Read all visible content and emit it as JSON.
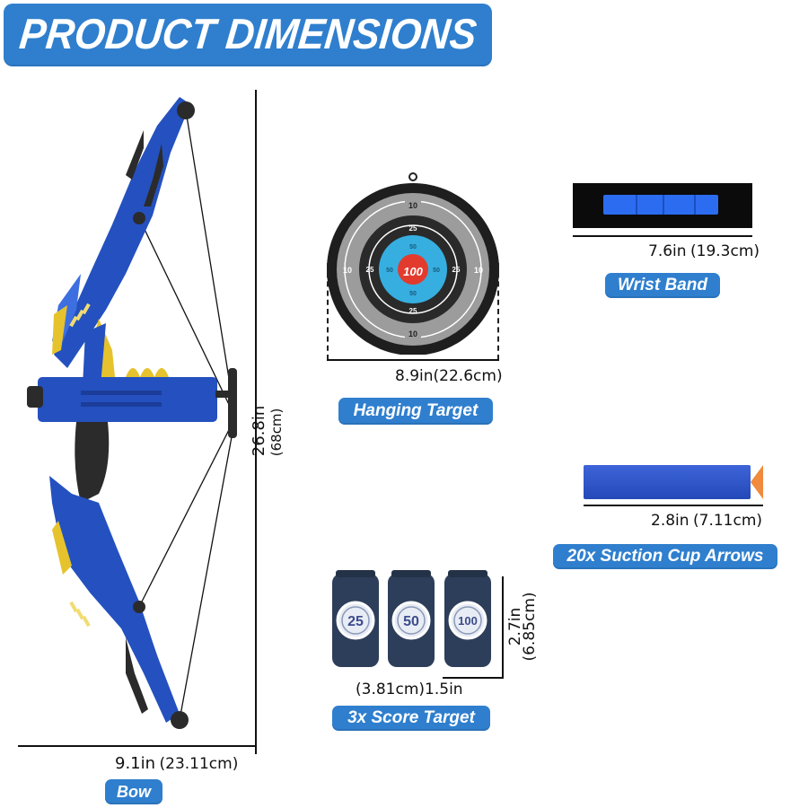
{
  "header": {
    "title": "PRODUCT DIMENSIONS"
  },
  "colors": {
    "accent_blue": "#2f7fce",
    "bow_blue": "#1f4fb8",
    "yellow": "#e6c32c",
    "dark": "#222222"
  },
  "items": {
    "bow": {
      "label": "Bow",
      "height_in": "26.8in",
      "height_cm": "(68cm)",
      "width_in": "9.1in",
      "width_cm": "(23.11cm)"
    },
    "hanging_target": {
      "label": "Hanging Target",
      "width_in": "8.9in",
      "width_cm": "(22.6cm)",
      "ring_scores": {
        "outer": "10",
        "middle": "25",
        "inner": "50",
        "bullseye": "100"
      }
    },
    "wrist_band": {
      "label": "Wrist Band",
      "width_in": "7.6in",
      "width_cm": "(19.3cm)"
    },
    "arrows": {
      "label": "20x Suction Cup Arrows",
      "length_in": "2.8in",
      "length_cm": "(7.11cm)"
    },
    "score_target": {
      "label": "3x Score Target",
      "can_values": [
        "25",
        "50",
        "100"
      ],
      "height_in": "2.7in",
      "height_cm": "(6.85cm)",
      "width_in": "1.5in",
      "width_cm": "(3.81cm)"
    }
  }
}
